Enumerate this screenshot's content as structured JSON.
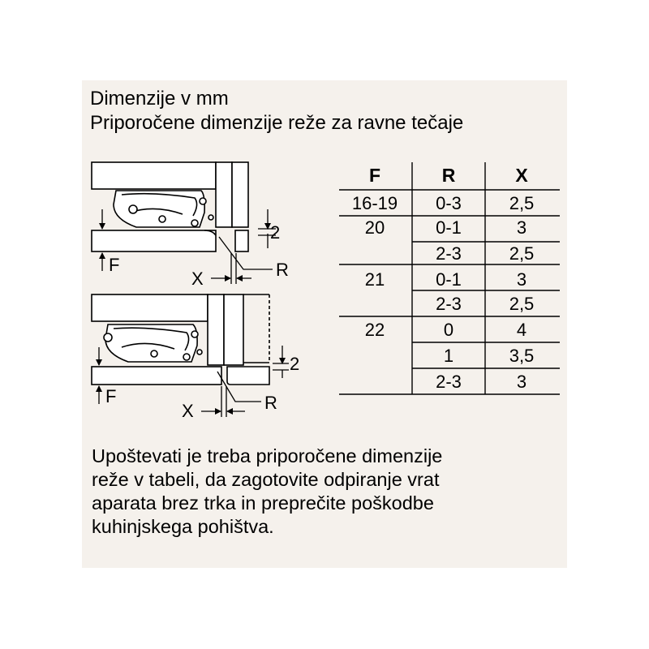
{
  "heading": {
    "line1": "Dimenzije v mm",
    "line2": "Priporočene dimenzije reže za ravne tečaje"
  },
  "diagram_top": {
    "label_F": "F",
    "label_X": "X",
    "label_R": "R",
    "label_2": "2"
  },
  "diagram_bottom": {
    "label_F": "F",
    "label_X": "X",
    "label_R": "R",
    "label_2": "2"
  },
  "table": {
    "headers": [
      "F",
      "R",
      "X"
    ],
    "rows": [
      [
        "16-19",
        "0-3",
        "2,5"
      ],
      [
        "20",
        "0-1",
        "3"
      ],
      [
        "",
        "2-3",
        "2,5"
      ],
      [
        "21",
        "0-1",
        "3"
      ],
      [
        "",
        "2-3",
        "2,5"
      ],
      [
        "22",
        "0",
        "4"
      ],
      [
        "",
        "1",
        "3,5"
      ],
      [
        "",
        "2-3",
        "3"
      ]
    ]
  },
  "note": {
    "line1": "Upoštevati je treba priporočene dimenzije",
    "line2": "reže v tabeli, da zagotovite odpiranje vrat",
    "line3": "aparata brez trka in preprečite poškodbe",
    "line4": "kuhinjskega pohištva."
  }
}
